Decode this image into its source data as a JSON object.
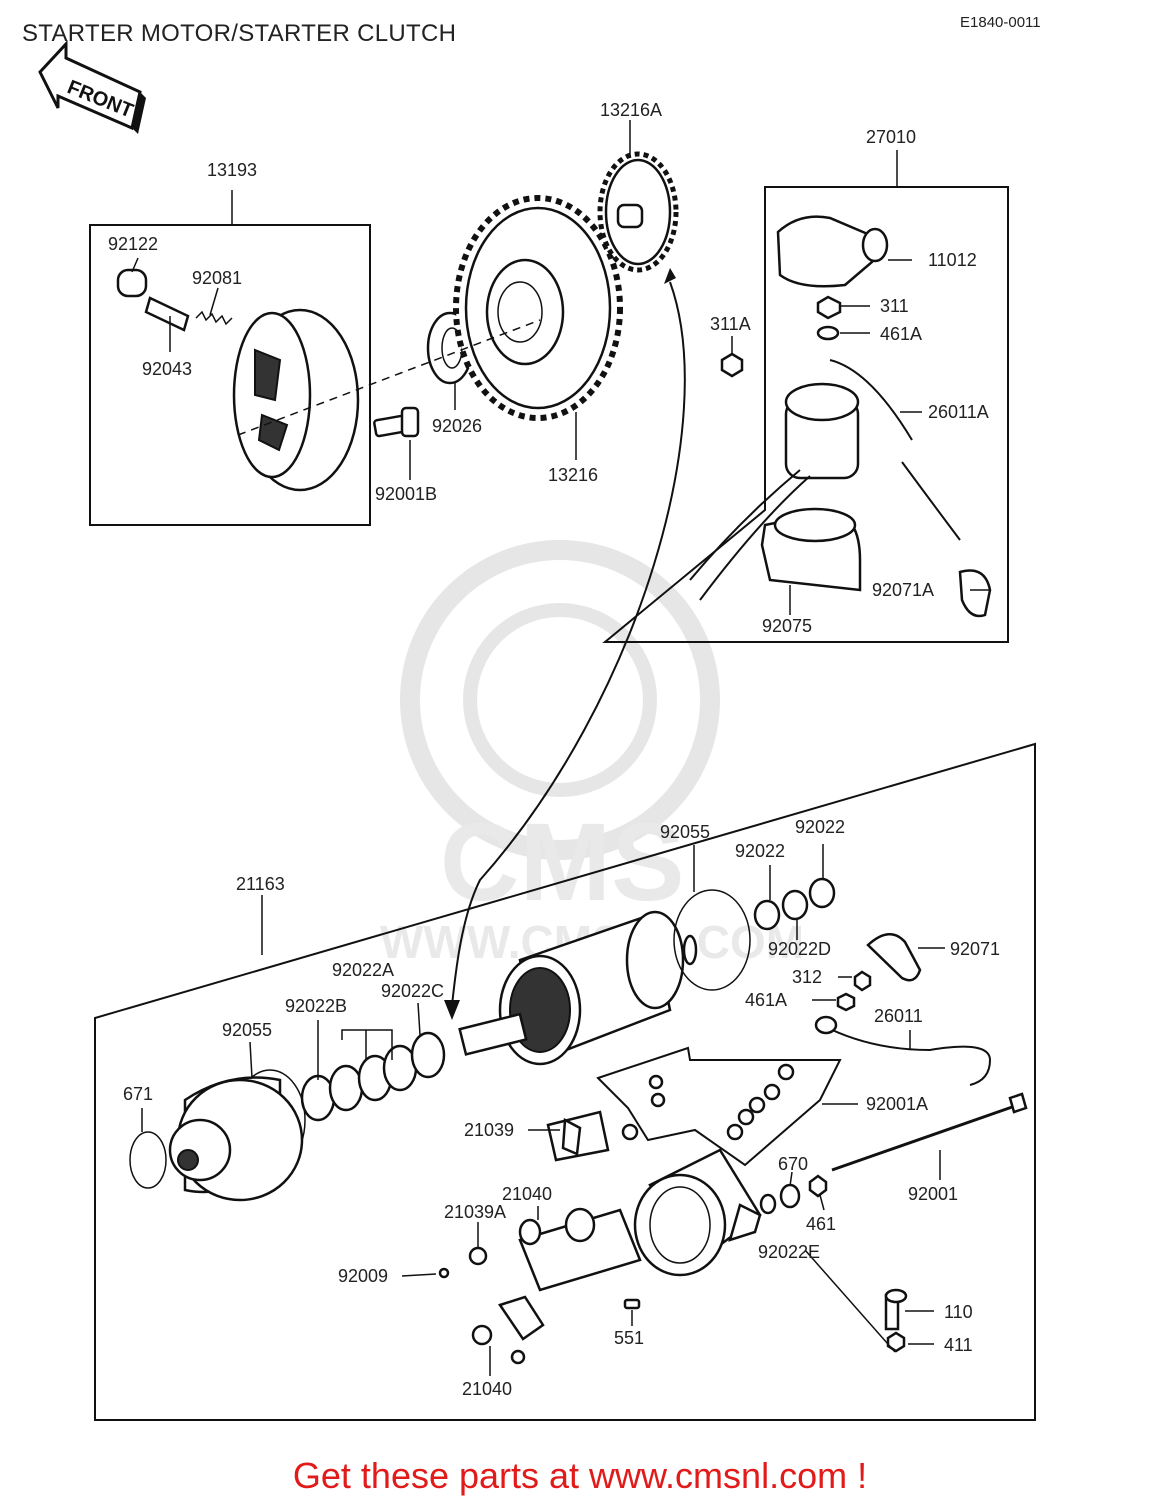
{
  "title": "STARTER MOTOR/STARTER CLUTCH",
  "diagram_code": "E1840-0011",
  "front_label": "FRONT",
  "watermark": {
    "text": "WWW.CMSNL.COM",
    "logo_text": "CMS"
  },
  "footer_text": "Get these parts at www.cmsnl.com !",
  "part_labels": {
    "p13193": "13193",
    "p92122": "92122",
    "p92081": "92081",
    "p92043": "92043",
    "p92026": "92026",
    "p92001B": "92001B",
    "p13216A": "13216A",
    "p13216": "13216",
    "p27010": "27010",
    "p11012": "11012",
    "p311": "311",
    "p461A_top": "461A",
    "p311A": "311A",
    "p26011A": "26011A",
    "p92071A": "92071A",
    "p92075": "92075",
    "p21163": "21163",
    "p92055_top": "92055",
    "p92022_a": "92022",
    "p92022_b": "92022",
    "p92022D": "92022D",
    "p92071": "92071",
    "p312": "312",
    "p461A_bot": "461A",
    "p26011": "26011",
    "p92022A": "92022A",
    "p92022B": "92022B",
    "p92022C": "92022C",
    "p92055_left": "92055",
    "p671": "671",
    "p92001A": "92001A",
    "p21039": "21039",
    "p670": "670",
    "p21040_top": "21040",
    "p92001": "92001",
    "p461": "461",
    "p21039A": "21039A",
    "p92022E": "92022E",
    "p92009": "92009",
    "p110": "110",
    "p551": "551",
    "p411": "411",
    "p21040_bot": "21040"
  }
}
